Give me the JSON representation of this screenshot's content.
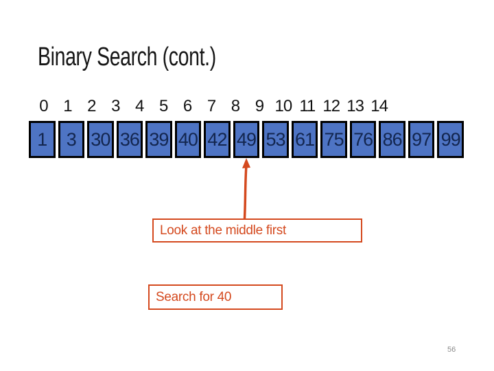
{
  "slide": {
    "title": "Binary Search (cont.)",
    "page_number": "56",
    "array": {
      "indices": [
        "0",
        "1",
        "2",
        "3",
        "4",
        "5",
        "6",
        "7",
        "8",
        "9",
        "10",
        "11",
        "12",
        "13",
        "14"
      ],
      "values": [
        "1",
        "3",
        "30",
        "36",
        "39",
        "40",
        "42",
        "49",
        "53",
        "61",
        "75",
        "76",
        "86",
        "97",
        "99"
      ]
    },
    "callouts": {
      "middle": "Look at the middle first",
      "search": "Search for 40"
    },
    "colors": {
      "cell_fill": "#4e74c4",
      "cell_border": "#000000",
      "cell_text": "#13264f",
      "accent": "#d4491e",
      "title_text": "#161616",
      "page_number_text": "#8a8a8a"
    }
  }
}
